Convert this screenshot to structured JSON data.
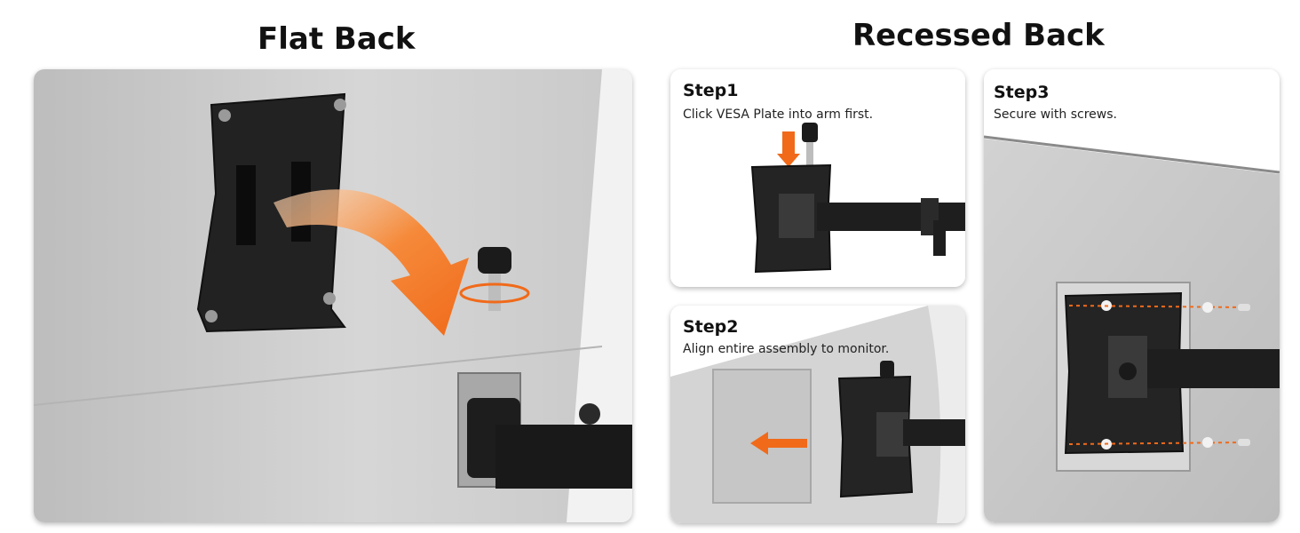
{
  "flat": {
    "title": "Flat Back"
  },
  "recessed": {
    "title": "Recessed Back",
    "steps": [
      {
        "title": "Step1",
        "description": "Click VESA Plate into arm first."
      },
      {
        "title": "Step2",
        "description": "Align entire assembly to monitor."
      },
      {
        "title": "Step3",
        "description": "Secure with screws."
      }
    ]
  },
  "colors": {
    "accent_orange": "#f06a1a",
    "plate_black": "#1e1e1e",
    "monitor_grey": "#cfcfcf"
  }
}
